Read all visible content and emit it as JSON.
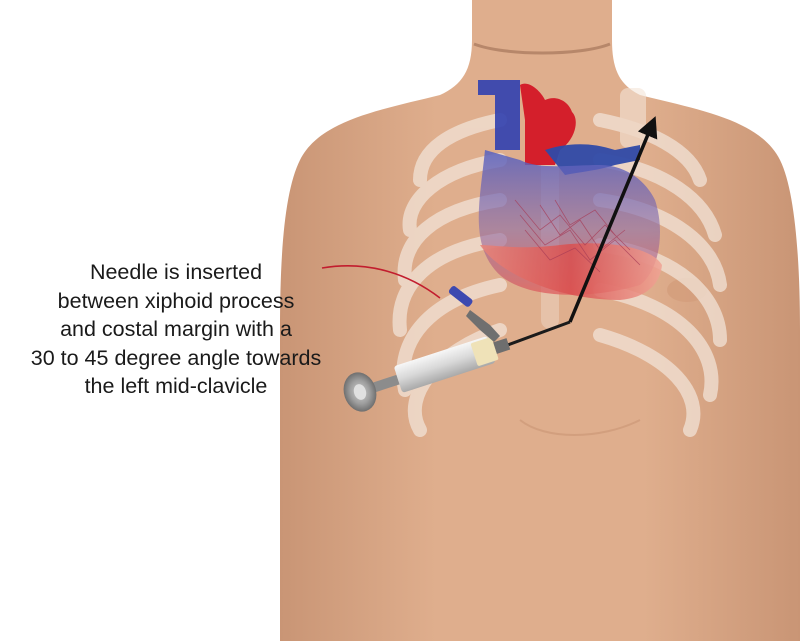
{
  "annotation": {
    "lines": [
      "Needle is inserted",
      "between xiphoid process",
      "and costal margin with a",
      "30 to 45 degree angle towards",
      "the left mid-clavicle"
    ]
  },
  "colors": {
    "background": "#ffffff",
    "skin": "#dca987",
    "skin_shadow": "#c48e6c",
    "ribs": "#f1e4da",
    "venous_blood": "#3b4fb8",
    "arterial_blood": "#d41f2b",
    "arrow": "#111111",
    "leader_line": "#c21d2e",
    "syringe_barrel": "#e6e6e6",
    "syringe_plunger": "#9a9a9a"
  },
  "icons": {
    "torso": "human-torso-illustration",
    "heart": "heart-illustration",
    "ribcage": "ribcage-illustration",
    "syringe": "syringe-icon",
    "direction_arrow": "arrow-up-right-icon"
  }
}
